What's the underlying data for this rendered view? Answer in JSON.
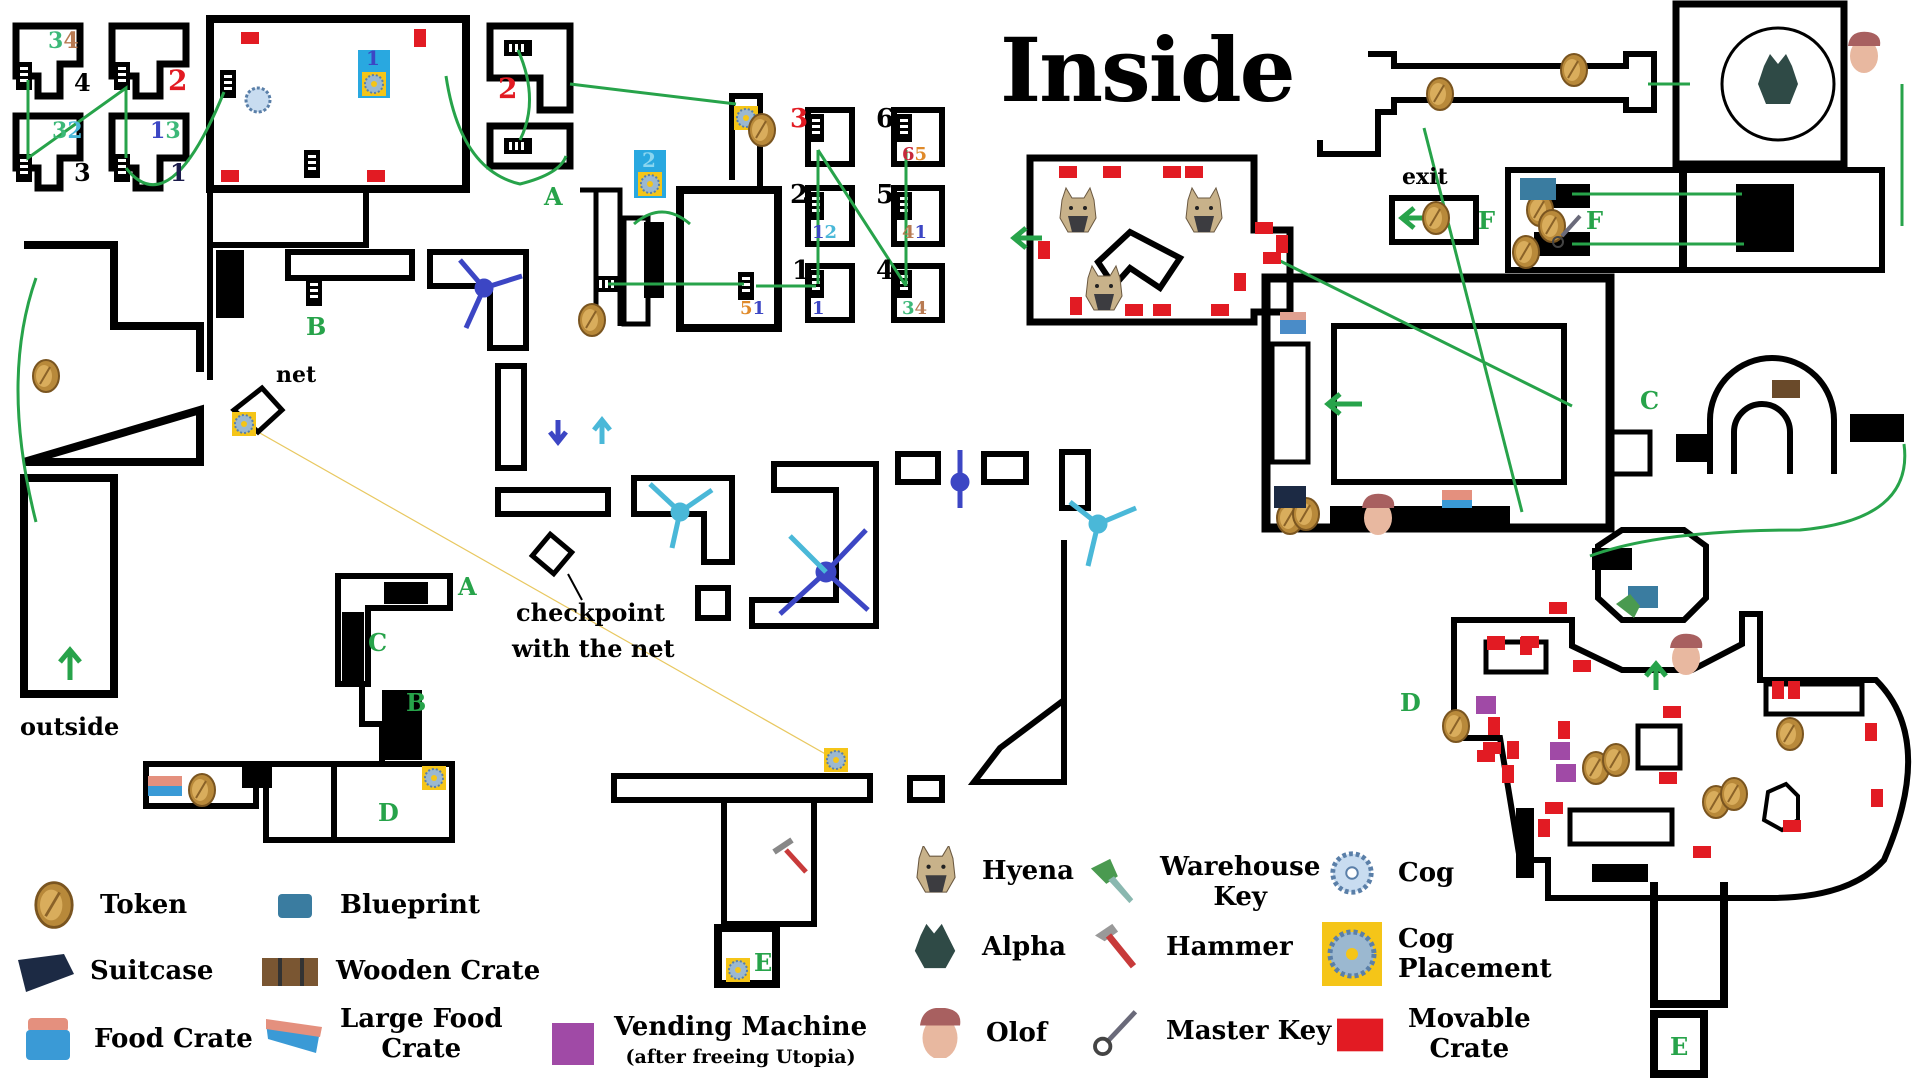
{
  "title": "Inside",
  "colors": {
    "wall": "#000000",
    "path": "#27a34a",
    "crate": "#e21b23",
    "vending": "#a04aa6",
    "cog_bg": "#f5c518",
    "blueprint_bg": "#29a8e0",
    "fan_dark": "#3c46c4",
    "fan_light": "#4ab8d8",
    "net_line": "#e8c860"
  },
  "map_labels": {
    "net": "net",
    "checkpoint_line1": "checkpoint",
    "checkpoint_line2": "with the net",
    "outside": "outside",
    "exit": "exit",
    "A": "A",
    "B": "B",
    "C": "C",
    "D": "D",
    "E": "E",
    "F": "F"
  },
  "room_numbers": {
    "left_rooms": [
      "4",
      "2",
      "3",
      "1"
    ],
    "left_room_codes": [
      [
        "3",
        "4"
      ],
      [
        "3",
        "2"
      ],
      [
        "1",
        "3"
      ]
    ],
    "blueprint_1": "1",
    "blueprint_2": "2",
    "red_2": "2",
    "mid_rooms": [
      "3",
      "2",
      "1",
      "6",
      "5",
      "4"
    ],
    "mid_room_codes": [
      [
        "6",
        "5"
      ],
      [
        "1",
        "2"
      ],
      [
        "4",
        "1"
      ],
      [
        "1"
      ],
      [
        "3",
        "4"
      ],
      [
        "5",
        "1"
      ]
    ]
  },
  "legend": [
    {
      "icon": "token-icon",
      "label": "Token"
    },
    {
      "icon": "blueprint-icon",
      "label": "Blueprint"
    },
    {
      "icon": "suitcase-icon",
      "label": "Suitcase"
    },
    {
      "icon": "wooden-crate-icon",
      "label": "Wooden Crate"
    },
    {
      "icon": "food-crate-icon",
      "label": "Food Crate"
    },
    {
      "icon": "large-food-crate-icon",
      "label": "Large Food",
      "label2": "Crate"
    },
    {
      "icon": "vending-machine-icon",
      "label": "Vending Machine",
      "sub": "(after freeing Utopia)"
    },
    {
      "icon": "hyena-icon",
      "label": "Hyena"
    },
    {
      "icon": "alpha-icon",
      "label": "Alpha"
    },
    {
      "icon": "olof-icon",
      "label": "Olof"
    },
    {
      "icon": "warehouse-key-icon",
      "label": "Warehouse",
      "label2": "Key"
    },
    {
      "icon": "hammer-icon",
      "label": "Hammer"
    },
    {
      "icon": "master-key-icon",
      "label": "Master Key"
    },
    {
      "icon": "cog-icon",
      "label": "Cog"
    },
    {
      "icon": "cog-placement-icon",
      "label": "Cog",
      "label2": "Placement"
    },
    {
      "icon": "movable-crate-icon",
      "label": "Movable",
      "label2": "Crate"
    }
  ]
}
